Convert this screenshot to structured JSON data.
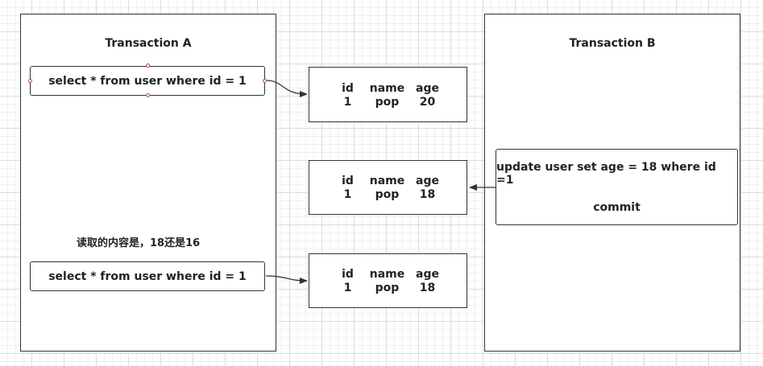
{
  "transaction_a": {
    "title": "Transaction A",
    "query_1": "select * from user where id = 1",
    "note": "读取的内容是，18还是16",
    "query_2": "select * from user where id = 1"
  },
  "transaction_b": {
    "title": "Transaction B",
    "update_statement": "update user set age = 18 where id =1",
    "commit_statement": "commit"
  },
  "result_columns": [
    "id",
    "name",
    "age"
  ],
  "results": [
    {
      "id": "1",
      "name": "pop",
      "age": "20"
    },
    {
      "id": "1",
      "name": "pop",
      "age": "18"
    },
    {
      "id": "1",
      "name": "pop",
      "age": "18"
    }
  ]
}
